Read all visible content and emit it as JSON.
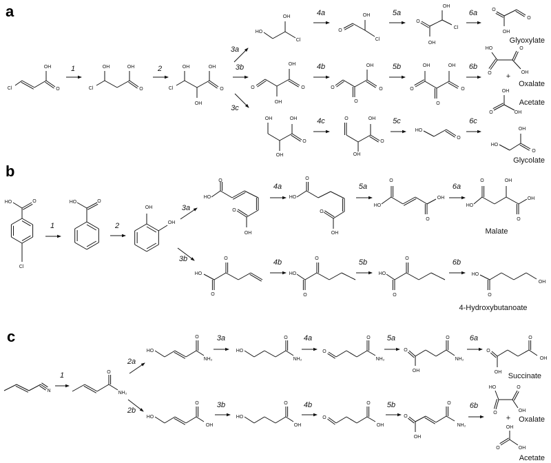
{
  "figure": {
    "panels": [
      {
        "label": "a",
        "steps": [
          "1",
          "2",
          "3a",
          "3b",
          "3c",
          "4a",
          "4b",
          "4c",
          "5a",
          "5b",
          "5c",
          "6a",
          "6b",
          "6c"
        ],
        "products": [
          "Glyoxylate",
          "Oxalate",
          "Acetate",
          "Glycolate"
        ]
      },
      {
        "label": "b",
        "steps": [
          "1",
          "2",
          "3a",
          "3b",
          "4a",
          "4b",
          "5a",
          "5b",
          "6a",
          "6b"
        ],
        "products": [
          "Malate",
          "4-Hydroxybutanoate"
        ]
      },
      {
        "label": "c",
        "steps": [
          "1",
          "2a",
          "2b",
          "3a",
          "3b",
          "4a",
          "4b",
          "5a",
          "5b",
          "6a",
          "6b"
        ],
        "products": [
          "Succinate",
          "Oxalate",
          "Acetate"
        ]
      }
    ],
    "plus": "+"
  },
  "atoms": {
    "OH": "OH",
    "HO": "HO",
    "O": "O",
    "Cl": "Cl",
    "N": "N",
    "NH2": "NH₂"
  },
  "colors": {
    "ink": "#111111",
    "background": "#ffffff"
  }
}
